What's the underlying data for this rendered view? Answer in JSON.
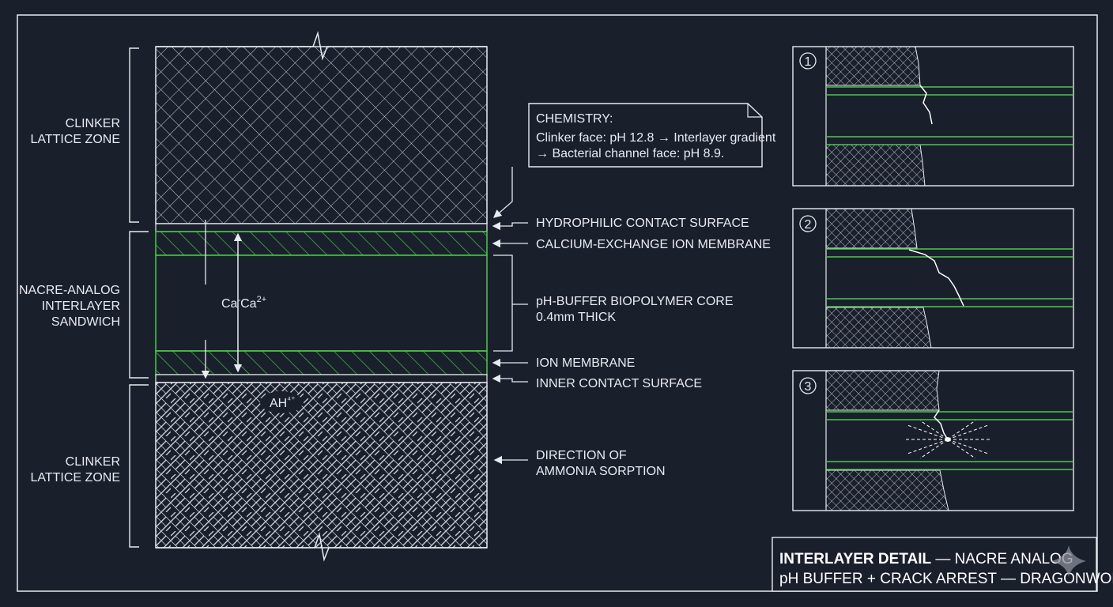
{
  "colors": {
    "background": "#1a1f2c",
    "line": "#e8ebf0",
    "membrane": "#4cc94c"
  },
  "zones": {
    "clinker_top": [
      "CLINKER",
      "LATTICE ZONE"
    ],
    "sandwich": [
      "NACRE-ANALOG",
      "INTERLAYER",
      "SANDWICH"
    ],
    "clinker_bottom": [
      "CLINKER",
      "LATTICE ZONE"
    ]
  },
  "chemistry": {
    "heading": "CHEMISTRY:",
    "line1": "Clinker face: pH 12.8 → Interlayer gradient",
    "line2": "→ Bacterial channel face: pH 8.9."
  },
  "callouts": {
    "hydrophilic": "HYDROPHILIC CONTACT SURFACE",
    "calcium_membrane": "CALCIUM-EXCHANGE ION MEMBRANE",
    "core_line1": "pH-BUFFER BIOPOLYMER CORE",
    "core_line2": "0.4mm THICK",
    "ion_membrane": "ION MEMBRANE",
    "inner_surface": "INNER CONTACT SURFACE",
    "direction_line1": "DIRECTION OF",
    "direction_line2": "AMMONIA SORPTION"
  },
  "ions": {
    "calcium_main": "Ca",
    "calcium_sup": "-",
    "calcium_second": "Ca",
    "calcium_charge": "2+",
    "ammonium": "AH",
    "ammonium_charge": "⁴⁺"
  },
  "details": {
    "step1": "1",
    "step2": "2",
    "step3": "3"
  },
  "title_block": {
    "line1_bold": "INTERLAYER DETAIL",
    "line1_rest": " — NACRE ANALOG",
    "line2": "pH BUFFER + CRACK ARREST — DRAGONWORX"
  },
  "icons": {
    "watermark": "sparkle-icon"
  }
}
